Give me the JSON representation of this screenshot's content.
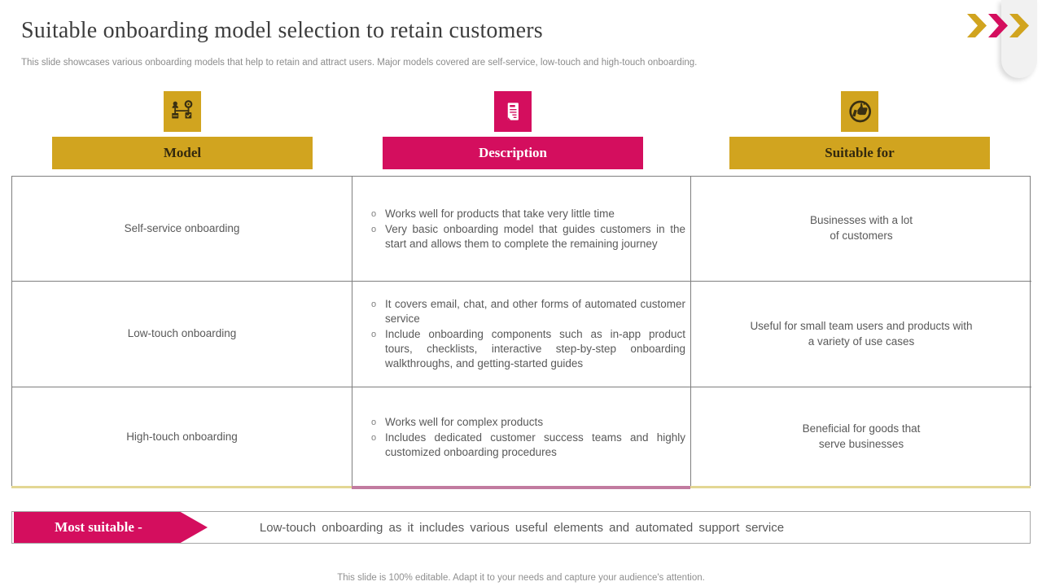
{
  "slide": {
    "title": "Suitable onboarding model selection to retain customers",
    "subtitle": "This slide showcases various onboarding models that help to retain and attract users. Major models covered are self-service, low-touch and high-touch onboarding.",
    "footer": "This slide is 100% editable. Adapt it to your needs and capture your audience's attention."
  },
  "colors": {
    "gold": "#d1a41f",
    "pink": "#d40e5e",
    "table_border": "#7f7f7f",
    "body_text": "#595959",
    "bottom_border_gold": "#e3d794",
    "bottom_border_mauve": "#c27ba0"
  },
  "bullet_marker": "o",
  "columns": [
    {
      "label": "Model",
      "icon": "workflow-icon",
      "theme": "gold"
    },
    {
      "label": "Description",
      "icon": "document-icon",
      "theme": "pink"
    },
    {
      "label": "Suitable for",
      "icon": "thumbs-up-icon",
      "theme": "gold"
    }
  ],
  "table": {
    "rows": [
      {
        "model": "Self-service onboarding",
        "description": [
          "Works well for products that take very little time",
          "Very basic onboarding model that guides customers in the start and allows them to complete the remaining journey"
        ],
        "suitable_for": "Businesses with a lot\nof customers"
      },
      {
        "model": "Low-touch onboarding",
        "description": [
          "It covers email, chat, and other forms of automated customer service",
          "Include onboarding components such as in-app product tours, checklists, interactive step-by-step onboarding walkthroughs, and getting-started guides"
        ],
        "suitable_for": "Useful for small team users and products with\na variety of use cases"
      },
      {
        "model": "High-touch onboarding",
        "description": [
          "Works well for complex products",
          "Includes dedicated customer success teams and highly customized onboarding procedures"
        ],
        "suitable_for": "Beneficial for goods that\nserve businesses"
      }
    ]
  },
  "most_suitable": {
    "label": "Most suitable -",
    "text": "Low-touch onboarding as it includes various useful elements and automated support service"
  }
}
